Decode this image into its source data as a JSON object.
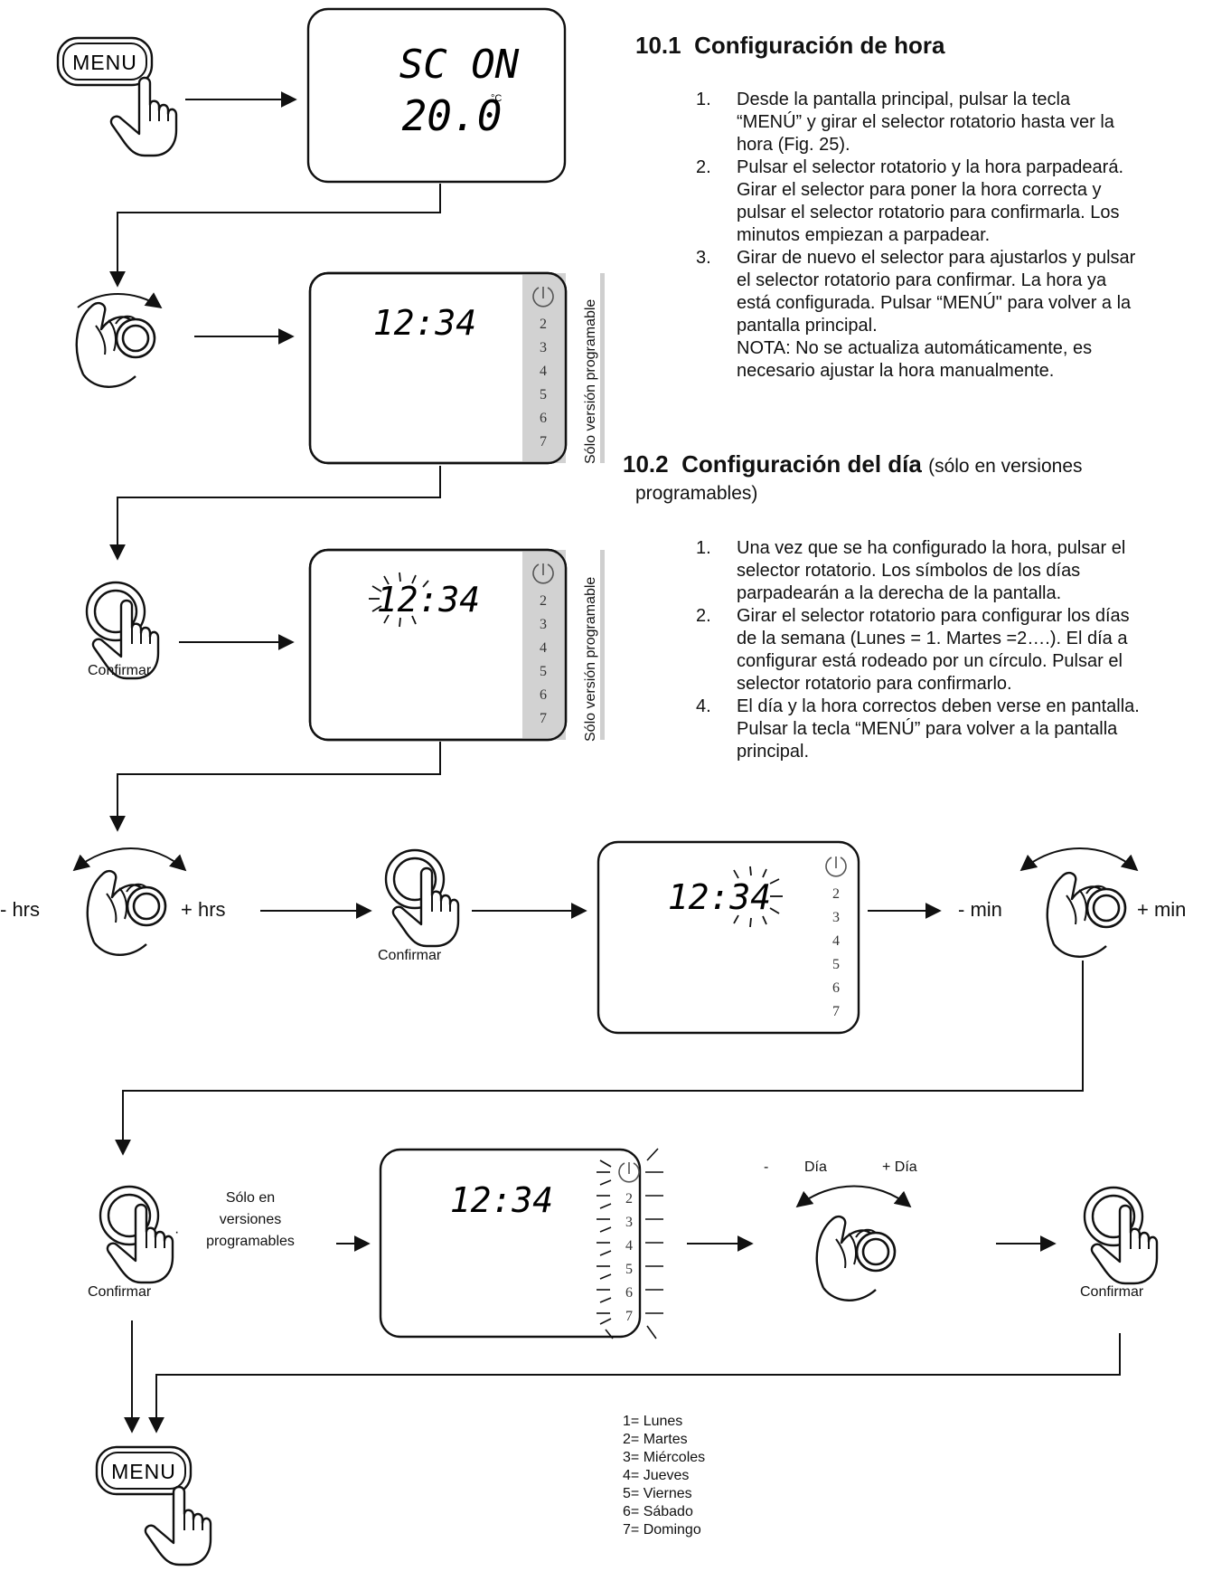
{
  "section1": {
    "number": "10.1",
    "title": "Configuración de hora",
    "steps": [
      {
        "num": "1.",
        "lines": [
          "Desde la pantalla principal, pulsar la tecla",
          "“MENÚ” y girar el selector rotatorio hasta ver la",
          "hora (Fig. 25)."
        ]
      },
      {
        "num": "2.",
        "lines": [
          "Pulsar el selector rotatorio y la hora parpadeará.",
          "Girar el selector para poner la hora correcta y",
          "pulsar el selector rotatorio para confirmarla. Los",
          "minutos empiezan a parpadear."
        ]
      },
      {
        "num": "3.",
        "lines": [
          "Girar de nuevo el selector para ajustarlos y pulsar",
          "el selector rotatorio para confirmar. La hora ya",
          "está configurada. Pulsar “MENÚ\" para volver a la",
          "pantalla principal.",
          "NOTA: No se actualiza automáticamente, es",
          "necesario ajustar la hora manualmente."
        ]
      }
    ]
  },
  "section2": {
    "number": "10.2",
    "title": "Configuración del día",
    "subtitle_a": "(sólo en versiones",
    "subtitle_b": "programables)",
    "steps": [
      {
        "num": "1.",
        "lines": [
          "Una vez que se ha configurado la hora, pulsar el",
          "selector rotatorio. Los símbolos de los días",
          "parpadearán a la derecha de la pantalla."
        ]
      },
      {
        "num": "2.",
        "lines": [
          "Girar el selector rotatorio para configurar los días",
          "de la semana (Lunes = 1. Martes =2….). El día a",
          "configurar está rodeado por un círculo. Pulsar el",
          "selector rotatorio para confirmarlo."
        ]
      },
      {
        "num": "4.",
        "lines": [
          "El día y la hora correctos deben verse en pantalla.",
          "Pulsar la tecla “MENÚ” para volver a la pantalla",
          "principal."
        ]
      }
    ]
  },
  "diagram": {
    "menu_key": "MENU",
    "screen1_line1": "SC ON",
    "screen1_line2": "20.0",
    "screen1_unit": "°C",
    "time": "12:34",
    "days": [
      "2",
      "3",
      "4",
      "5",
      "6",
      "7"
    ],
    "side_label": "Sólo versión programable",
    "confirm": "Confirmar",
    "minus_hrs": "- hrs",
    "plus_hrs": "+ hrs",
    "minus_min": "- min",
    "plus_min": "+ min",
    "minus_dia_dash": "-",
    "minus_dia": "Día",
    "plus_dia": "+ Día",
    "solo_en_lines": [
      "Sólo en",
      "versiones",
      "programables"
    ],
    "dot": "·"
  },
  "legend": [
    "1= Lunes",
    "2= Martes",
    "3= Miércoles",
    "4= Jueves",
    "5= Viernes",
    "6= Sábado",
    "7= Domingo"
  ]
}
